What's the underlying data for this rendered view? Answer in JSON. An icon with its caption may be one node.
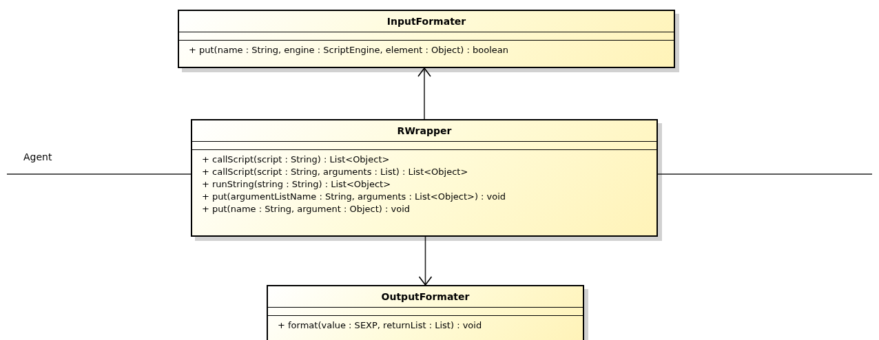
{
  "diagram": {
    "nodes": [
      {
        "text": [
          "InputFormater",
          "+ put(name : String, engine : ScriptEngine, element : Object) : boolean"
        ]
      },
      {
        "text": [
          "RWrapper",
          "+ callScript(script : String) : List<Object>",
          "+ callScript(script : String, arguments : List) : List<Object>",
          "+ runString(string : String) : List<Object>",
          "+ put(argumentListName : String, arguments : List<Object>) : void",
          "+ put(name : String, argument : Object) : void"
        ]
      },
      {
        "text": [
          "OutputFormater",
          "+ format(value : SEXP, returnList : List) : void"
        ]
      }
    ],
    "edges": [
      {
        "from": 1,
        "to": 0,
        "arrow": "to"
      },
      {
        "from": 1,
        "to": 2,
        "arrow": "to"
      },
      {
        "from": null,
        "to": 1,
        "arrow": "none",
        "label": "Agent"
      },
      {
        "from": 1,
        "to": null,
        "arrow": "none"
      }
    ]
  }
}
